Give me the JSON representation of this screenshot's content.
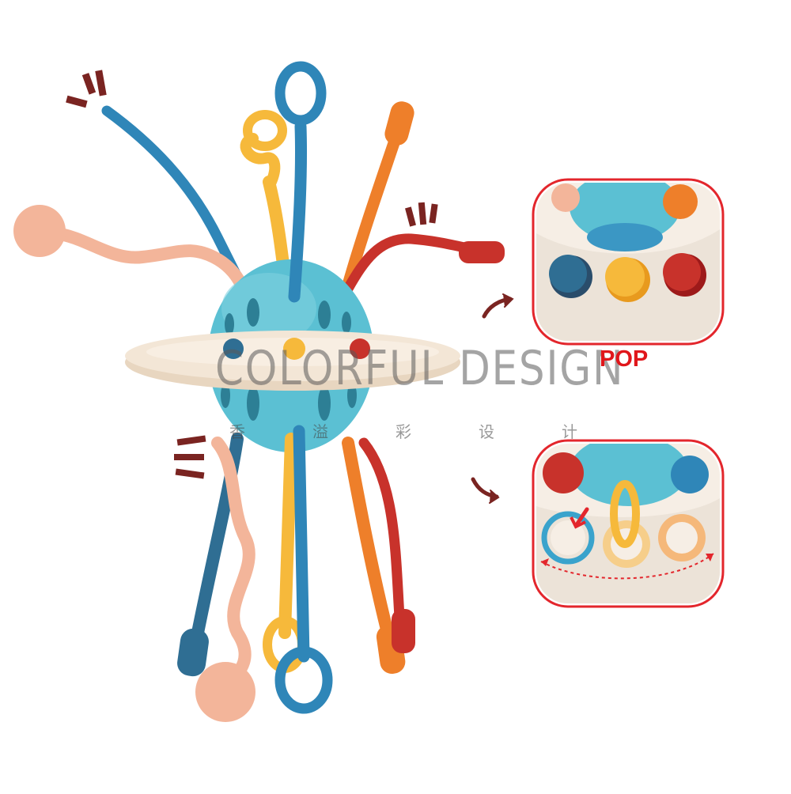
{
  "watermark": {
    "title": "COLORFUL DESIGN",
    "subtitle_chars": [
      "香",
      "溢",
      "彩",
      "设",
      "计"
    ]
  },
  "callout_top": {
    "label": "POP"
  },
  "colors": {
    "body_teal": "#5bc0d3",
    "ring_cream": "#f3e6d6",
    "strap_blue": "#2f86b8",
    "strap_orange": "#ee7f2a",
    "strap_yellow": "#f6b93b",
    "strap_red": "#c8322b",
    "strap_peach": "#f3b59a",
    "callout_border": "#e3262c",
    "accent_marks": "#7a2421"
  },
  "icons": [
    "motion-lines-icon",
    "curved-arrow-icon"
  ]
}
